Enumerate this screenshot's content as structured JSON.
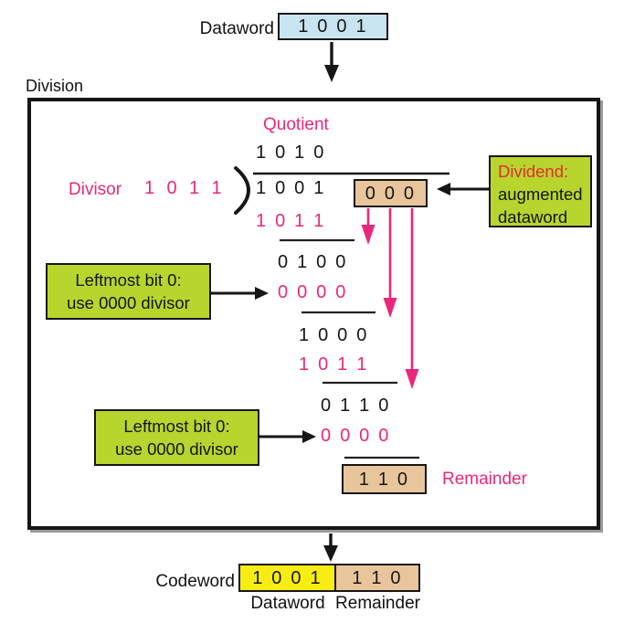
{
  "colors": {
    "magenta": "#e9287c",
    "red_title": "#e22d32",
    "callout_green": "#b8d52e",
    "dataword_blue": "#c8e4f0",
    "bit_tan": "#e9c59b",
    "codeword_yellow": "#f8ed13",
    "ink_black": "#161616"
  },
  "labels": {
    "dataword_top": "Dataword",
    "division": "Division",
    "quotient": "Quotient",
    "divisor": "Divisor",
    "remainder_mid": "Remainder",
    "codeword": "Codeword",
    "dataword_bottom": "Dataword",
    "remainder_bottom": "Remainder"
  },
  "bits": {
    "dataword": "1 0 0 1",
    "quotient": "1 0 1 0",
    "divisor": "1 0 1 1",
    "dividend": "1 0 0 1",
    "augmented": "0 0 0",
    "remainder": "1 1 0",
    "codeword_dataword": "1 0 0 1",
    "codeword_remainder": "1 1 0"
  },
  "work_rows": [
    {
      "bits": "1 0 1 1",
      "color": "magenta"
    },
    {
      "bits": "0 1 0 0",
      "color": "black"
    },
    {
      "bits": "0 0 0 0",
      "color": "magenta"
    },
    {
      "bits": "1 0 0 0",
      "color": "black"
    },
    {
      "bits": "1 0 1 1",
      "color": "magenta"
    },
    {
      "bits": "0 1 1 0",
      "color": "black"
    },
    {
      "bits": "0 0 0 0",
      "color": "magenta"
    }
  ],
  "callouts": {
    "dividend": {
      "title": "Dividend:",
      "line1": "augmented",
      "line2": "dataword"
    },
    "leftmost1": {
      "line1": "Leftmost bit 0:",
      "line2": "use 0000 divisor"
    },
    "leftmost2": {
      "line1": "Leftmost bit 0:",
      "line2": "use 0000 divisor"
    }
  }
}
